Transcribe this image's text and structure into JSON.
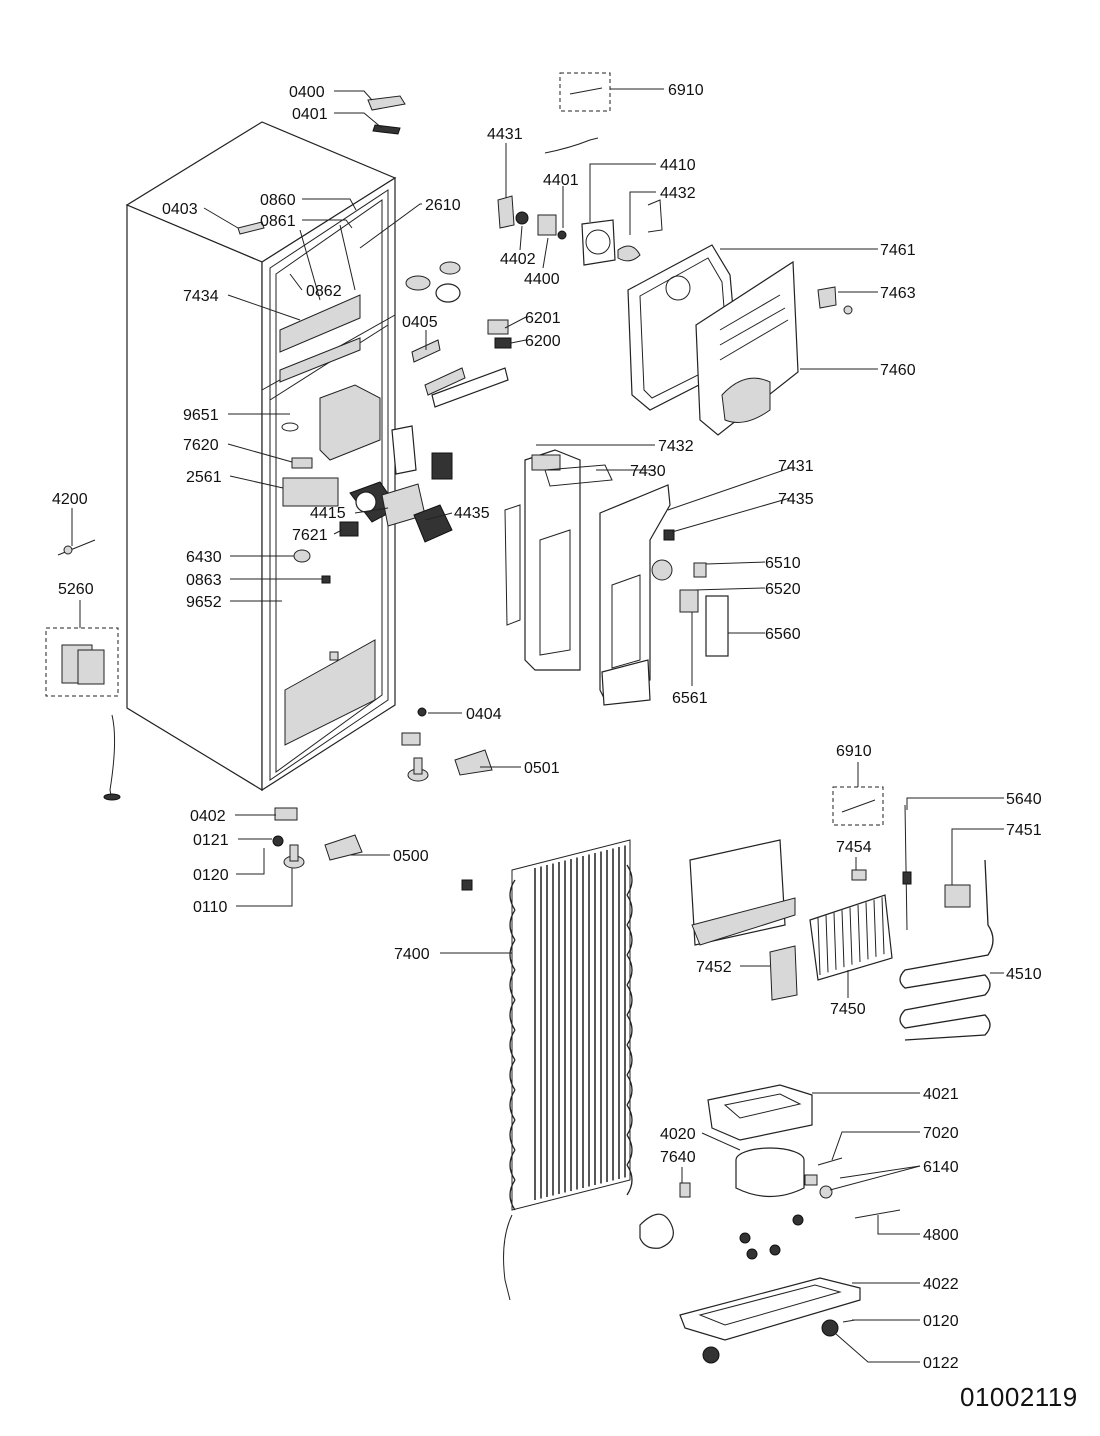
{
  "document_number": "01002119",
  "part_labels": {
    "p0400": "0400",
    "p0401": "0401",
    "p6910a": "6910",
    "p4431": "4431",
    "p4410": "4410",
    "p4401": "4401",
    "p4432": "4432",
    "p0860": "0860",
    "p0403": "0403",
    "p0861": "0861",
    "p2610": "2610",
    "p4402": "4402",
    "p4400": "4400",
    "p7461": "7461",
    "p7434": "7434",
    "p0862": "0862",
    "p7463": "7463",
    "p0405": "0405",
    "p6201": "6201",
    "p6200": "6200",
    "p7460": "7460",
    "p9651": "9651",
    "p7432": "7432",
    "p7620": "7620",
    "p7430": "7430",
    "p7431": "7431",
    "p2561": "2561",
    "p7435": "7435",
    "p4200": "4200",
    "p4415": "4415",
    "p4435": "4435",
    "p7621": "7621",
    "p6510": "6510",
    "p6430": "6430",
    "p0863": "0863",
    "p6520": "6520",
    "p5260": "5260",
    "p9652": "9652",
    "p6560": "6560",
    "p6561": "6561",
    "p0404": "0404",
    "p6910b": "6910",
    "p0501": "0501",
    "p5640": "5640",
    "p0402": "0402",
    "p7451": "7451",
    "p0121": "0121",
    "p0500": "0500",
    "p7454": "7454",
    "p0120a": "0120",
    "p0110": "0110",
    "p7400": "7400",
    "p7452": "7452",
    "p4510": "4510",
    "p7450": "7450",
    "p4021": "4021",
    "p4020": "4020",
    "p7020": "7020",
    "p7640": "7640",
    "p6140": "6140",
    "p4800": "4800",
    "p4022": "4022",
    "p0120b": "0120",
    "p0122": "0122"
  }
}
